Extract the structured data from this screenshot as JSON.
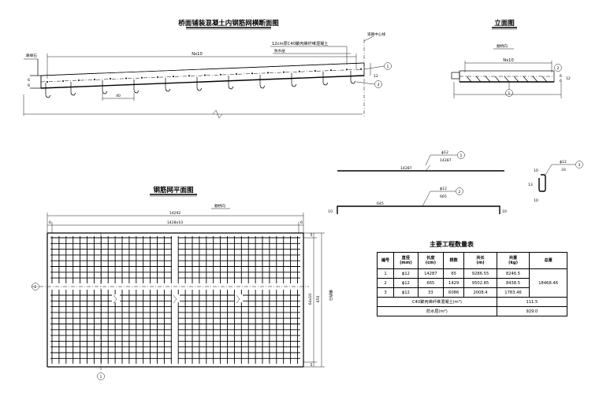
{
  "cross_section": {
    "title": "桥面铺装混凝土内钢筋网横断面图",
    "top_layer_label": "12cm厚C40聚丙烯纤维混凝土",
    "waterproof_label": "防水层",
    "centerline_label": "道路中心线",
    "curb_label": "路缘石",
    "span_label": "Nx10",
    "spacing_label": "40",
    "dim_6a": "6",
    "dim_6b": "6",
    "dim_12": "12",
    "callout_1": "1",
    "callout_3": "3"
  },
  "elevation": {
    "title": "立面图",
    "direction_label": "顺桥向",
    "span_label": "Nx10",
    "dim_6a": "6",
    "dim_6b": "6",
    "dim_12": "12",
    "callout_1": "1",
    "callout_2": "2"
  },
  "bar_details": {
    "bar1_dia": "ϕ12",
    "bar1_len": "14287",
    "bar1_left_len": "14287",
    "bar1_callout": "1",
    "bar2_dia": "ϕ12",
    "bar2_len": "665",
    "bar2_left_len": "645",
    "bar2_hook_left": "10",
    "bar2_hook_right": "10",
    "bar2_callout": "2",
    "bar3_dia": "ϕ12",
    "bar3_len": "33",
    "bar3_top": "10",
    "bar3_height": "13",
    "bar3_bottom": "10",
    "bar3_callout": "3"
  },
  "plan": {
    "title": "钢筋网平面图",
    "direction_label": "顺桥向",
    "total_width": "14292",
    "bar_spacing": "1428x10",
    "edge_left": "6",
    "edge_right": "6",
    "height_total": "650",
    "height_spacing": "64x10",
    "edge_top": "5",
    "edge_bottom": "5",
    "side_label": "横桥向",
    "callout_1": "1",
    "callout_2": "2"
  },
  "quantity_table": {
    "title": "主要工程数量表",
    "headers": [
      "编号",
      "直径\n(mm)",
      "长度\n(cm)",
      "根数",
      "共长\n(m)",
      "共重\n(kg)",
      "总重"
    ],
    "rows": [
      [
        "1",
        "ϕ12",
        "14287",
        "65",
        "9286.55",
        "8246.5"
      ],
      [
        "2",
        "ϕ12",
        "665",
        "1429",
        "9502.85",
        "8438.5"
      ],
      [
        "3",
        "ϕ12",
        "33",
        "6086",
        "2008.4",
        "1783.46"
      ]
    ],
    "total_weight": "18468.46",
    "concrete_label": "C40聚丙烯纤维混凝土(m³)",
    "concrete_value": "111.5",
    "waterproof_label": "防水层(m²)",
    "waterproof_value": "929.0"
  }
}
